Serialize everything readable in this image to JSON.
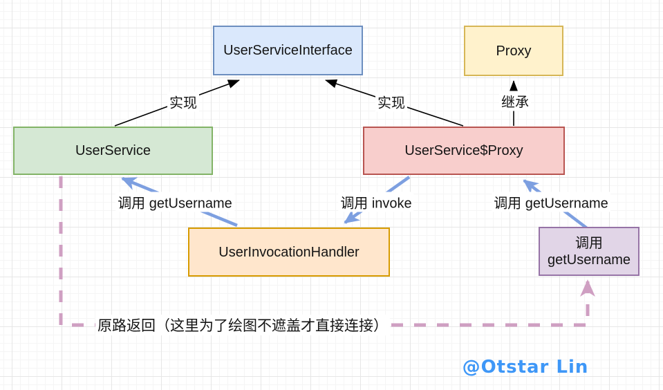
{
  "diagram": {
    "nodes": {
      "interface": {
        "label": "UserServiceInterface",
        "fill": "#dae8fc",
        "border": "#6c8ebf"
      },
      "proxy": {
        "label": "Proxy",
        "fill": "#fff2cc",
        "border": "#d6b656"
      },
      "service": {
        "label": "UserService",
        "fill": "#d5e8d4",
        "border": "#82b366"
      },
      "service_proxy": {
        "label": "UserService$Proxy",
        "fill": "#f8cecc",
        "border": "#b85450"
      },
      "handler": {
        "label": "UserInvocationHandler",
        "fill": "#ffe6cc",
        "border": "#d79b00"
      },
      "call": {
        "label": "调用 getUsername",
        "lines": [
          "调用",
          "getUsername"
        ],
        "fill": "#e1d5e7",
        "border": "#9673a6"
      }
    },
    "edges": {
      "implements_left": {
        "label": "实现",
        "color": "#000000",
        "style": "solid"
      },
      "implements_right": {
        "label": "实现",
        "color": "#000000",
        "style": "solid"
      },
      "extends": {
        "label": "继承",
        "color": "#000000",
        "style": "solid"
      },
      "call_service": {
        "label": "调用 getUsername",
        "color": "#7d9fe0",
        "style": "solid"
      },
      "call_invoke": {
        "label": "调用 invoke",
        "color": "#7d9fe0",
        "style": "solid"
      },
      "call_proxy": {
        "label": "调用 getUsername",
        "color": "#7d9fe0",
        "style": "solid"
      },
      "return_path": {
        "label": "原路返回（这里为了绘图不遮盖才直接连接）",
        "color": "#cf9fc2",
        "style": "dashed"
      }
    },
    "watermark": {
      "text": "@Otstar Lin",
      "color": "#3e97f7"
    }
  }
}
